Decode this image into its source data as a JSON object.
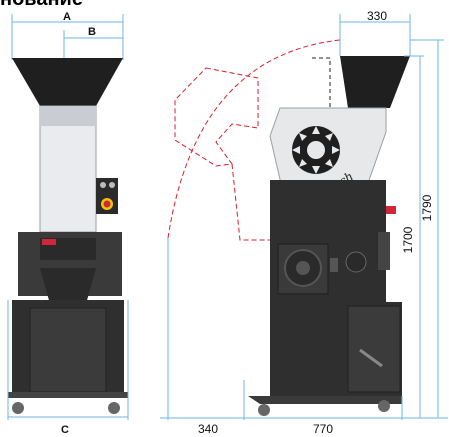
{
  "title": "нование",
  "front_view": {
    "dim_A": "A",
    "dim_B": "B",
    "dim_C": "C"
  },
  "side_view": {
    "brand": "PowerTech",
    "dim_width_top": "330",
    "dim_height_total": "1790",
    "dim_height_body": "1700",
    "dim_bottom_left": "340",
    "dim_bottom_right": "770"
  },
  "colors": {
    "body_dark": "#2f2f2f",
    "body_mid": "#3d3d3d",
    "hopper": "#1f1f1f",
    "steel_light": "#e9ebee",
    "accent_red": "#d0263a",
    "dimension_line": "#6fb6e8",
    "swing_outline": "#d41f2b"
  }
}
